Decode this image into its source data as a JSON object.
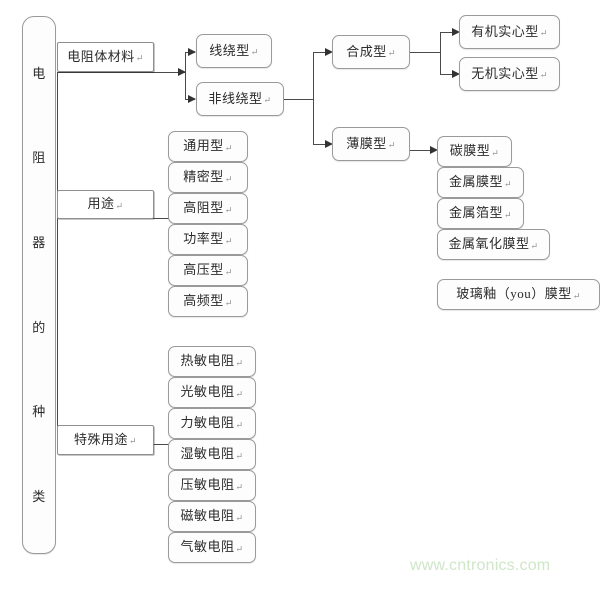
{
  "diagram": {
    "title": "电阻器的种类",
    "root": {
      "label": "电阻器的种类",
      "chars": [
        "电",
        "阻",
        "器",
        "的",
        "种",
        "类"
      ]
    },
    "categories": [
      {
        "id": "material",
        "label": "电阻体材料"
      },
      {
        "id": "usage",
        "label": "用途"
      },
      {
        "id": "special-usage",
        "label": "特殊用途"
      }
    ],
    "material_branch": [
      {
        "id": "wirewound",
        "label": "线绕型"
      },
      {
        "id": "non-wirewound",
        "label": "非线绕型"
      }
    ],
    "non_wirewound_branch": [
      {
        "id": "synthetic",
        "label": "合成型"
      },
      {
        "id": "thin-film",
        "label": "薄膜型"
      }
    ],
    "synthetic_branch": [
      {
        "id": "organic-solid",
        "label": "有机实心型"
      },
      {
        "id": "inorganic-solid",
        "label": "无机实心型"
      }
    ],
    "film_branch": [
      {
        "id": "carbon-film",
        "label": "碳膜型"
      },
      {
        "id": "metal-film",
        "label": "金属膜型"
      },
      {
        "id": "metal-foil",
        "label": "金属箔型"
      },
      {
        "id": "metal-oxide-film",
        "label": "金属氧化膜型"
      },
      {
        "id": "glass-glaze-film",
        "label": "玻璃釉（you）膜型"
      }
    ],
    "usage_branch": [
      {
        "id": "general",
        "label": "通用型"
      },
      {
        "id": "precision",
        "label": "精密型"
      },
      {
        "id": "high-resistance",
        "label": "高阻型"
      },
      {
        "id": "power",
        "label": "功率型"
      },
      {
        "id": "high-voltage",
        "label": "高压型"
      },
      {
        "id": "high-frequency",
        "label": "高频型"
      }
    ],
    "special_usage_branch": [
      {
        "id": "thermistor",
        "label": "热敏电阻"
      },
      {
        "id": "photoresistor",
        "label": "光敏电阻"
      },
      {
        "id": "force-sensitive",
        "label": "力敏电阻"
      },
      {
        "id": "humidity-sensitive",
        "label": "湿敏电阻"
      },
      {
        "id": "voltage-sensitive",
        "label": "压敏电阻"
      },
      {
        "id": "magneto-sensitive",
        "label": "磁敏电阻"
      },
      {
        "id": "gas-sensitive",
        "label": "气敏电阻"
      }
    ],
    "pilcrow": "↵",
    "watermark": "www.cntronics.com",
    "colors": {
      "background": "#ffffff",
      "node_border": "#9a9a9a",
      "node_fill": "#fdfdfd",
      "connector": "#4a4a4a",
      "text": "#2b2b2b",
      "watermark": "#cfe6c8"
    }
  }
}
